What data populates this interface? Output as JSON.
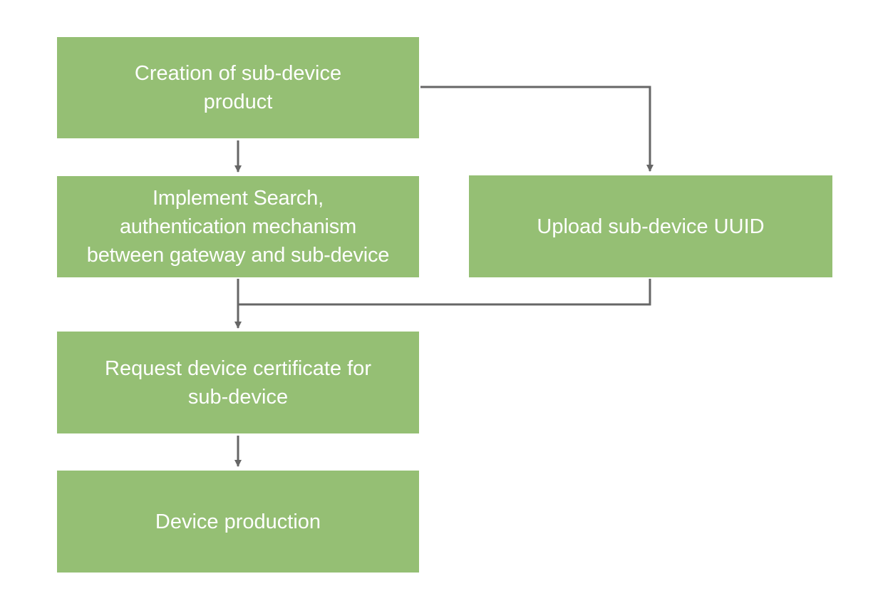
{
  "diagram": {
    "nodes": [
      {
        "id": "b1",
        "label": "Creation of sub-device\nproduct"
      },
      {
        "id": "b2",
        "label": "Implement Search,\nauthentication mechanism\nbetween gateway and sub-device"
      },
      {
        "id": "b3",
        "label": "Upload sub-device UUID"
      },
      {
        "id": "b4",
        "label": "Request device certificate for\nsub-device"
      },
      {
        "id": "b5",
        "label": "Device production"
      }
    ],
    "edges": [
      {
        "from": "b1",
        "to": "b2"
      },
      {
        "from": "b1",
        "to": "b3"
      },
      {
        "from": "b2",
        "to": "b4"
      },
      {
        "from": "b3",
        "to": "b4"
      },
      {
        "from": "b4",
        "to": "b5"
      }
    ],
    "colors": {
      "node_fill": "#95bf74",
      "node_text": "#ffffff",
      "connector": "#666666"
    }
  }
}
